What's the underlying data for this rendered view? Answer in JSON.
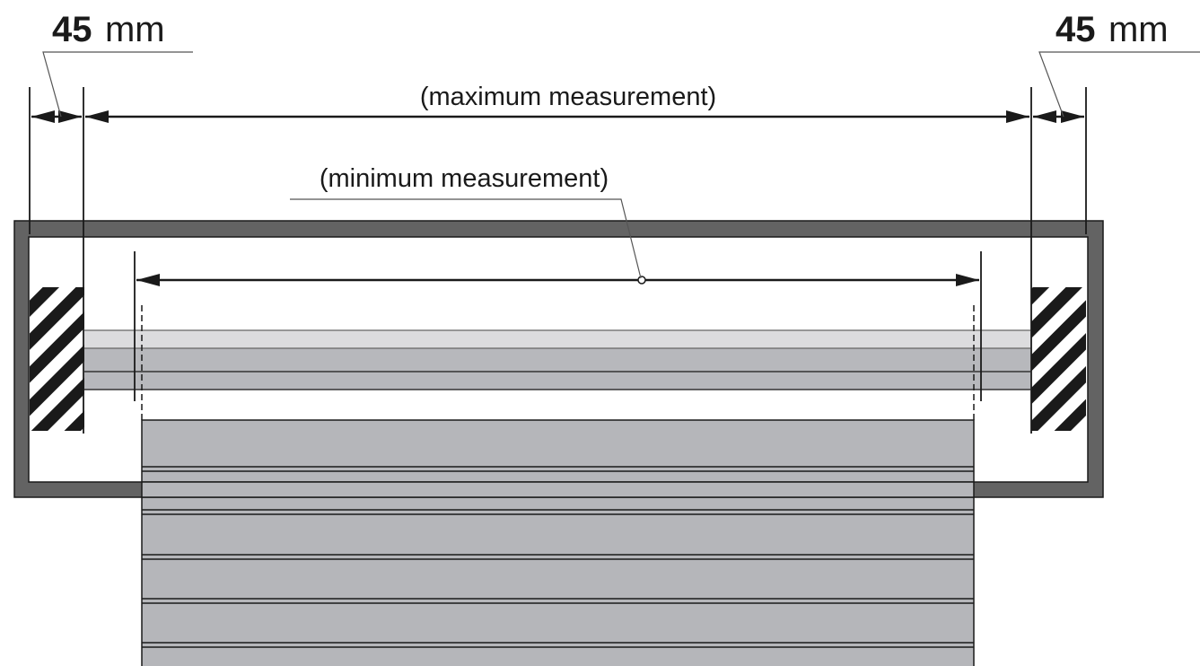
{
  "dimensions": {
    "left": {
      "value": "45",
      "unit": "mm"
    },
    "right": {
      "value": "45",
      "unit": "mm"
    }
  },
  "captions": {
    "maximum": "(maximum measurement)",
    "minimum": "(minimum measurement)"
  },
  "colors": {
    "frame": "#636363",
    "rail_light": "#dcdcde",
    "rail": "#b7b8bc",
    "shutter_slat": "#b5b6ba",
    "hatch_dark": "#1a1a1a"
  }
}
